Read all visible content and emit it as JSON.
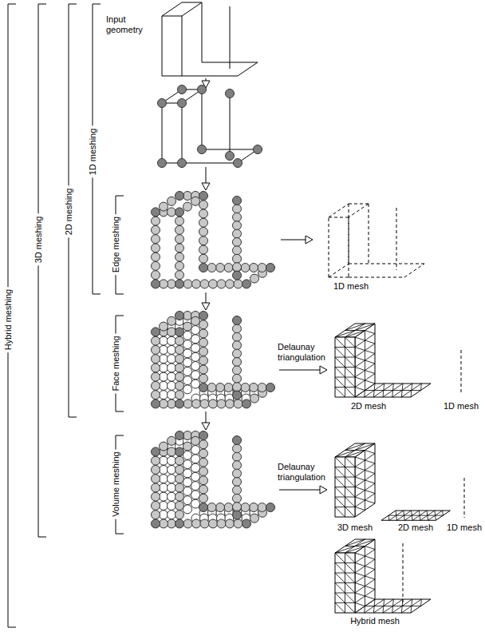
{
  "diagram": {
    "labels": [
      "Hybrid meshing",
      "3D meshing",
      "2D meshing",
      "1D meshing",
      "Input geometry",
      "Edge meshing",
      "1D mesh",
      "Face meshing",
      "Delaunay triangulation",
      "2D mesh",
      "1D mesh",
      "Volume meshing",
      "Delaunay triangulation",
      "3D mesh",
      "2D mesh",
      "1D mesh",
      "Hybrid mesh"
    ]
  }
}
